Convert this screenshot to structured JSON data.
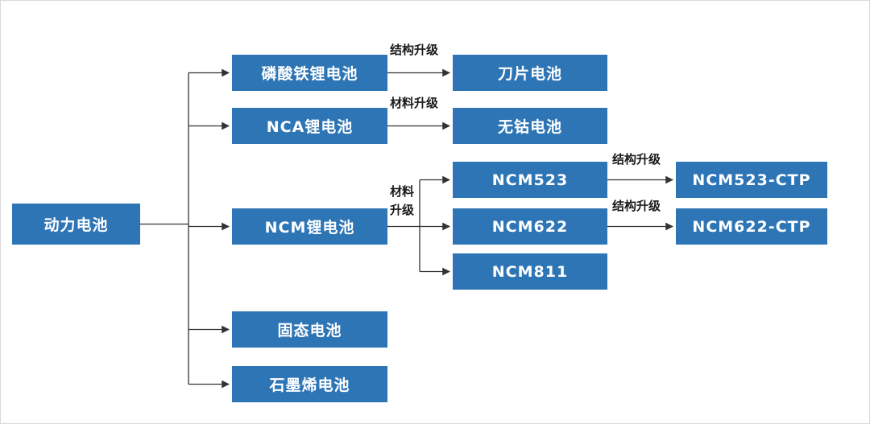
{
  "diagram": {
    "node_color": "#2E75B6",
    "node_text_color": "#FFFFFF",
    "connector_color": "#333333",
    "nodes": {
      "root": {
        "label": "动力电池"
      },
      "lfp": {
        "label": "磷酸铁锂电池"
      },
      "nca": {
        "label": "NCA锂电池"
      },
      "ncm": {
        "label": "NCM锂电池"
      },
      "solid_state": {
        "label": "固态电池"
      },
      "graphene": {
        "label": "石墨烯电池"
      },
      "blade": {
        "label": "刀片电池"
      },
      "cobalt_free": {
        "label": "无钴电池"
      },
      "ncm523": {
        "label": "NCM523"
      },
      "ncm622": {
        "label": "NCM622"
      },
      "ncm811": {
        "label": "NCM811"
      },
      "ncm523_ctp": {
        "label": "NCM523-CTP"
      },
      "ncm622_ctp": {
        "label": "NCM622-CTP"
      }
    },
    "edge_labels": {
      "lfp_to_blade": "结构升级",
      "nca_to_cobalt_free": "材料升级",
      "ncm_to_children": "材料\n升级",
      "ncm523_to_ctp": "结构升级",
      "ncm622_to_ctp": "结构升级"
    }
  }
}
